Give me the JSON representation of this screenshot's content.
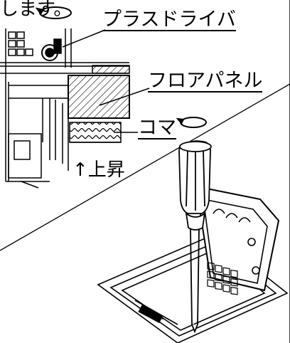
{
  "header_text_fragment": "します。",
  "labels": {
    "plus_driver": "プラスドライバ",
    "floor_panel": "フロアパネル",
    "koma": "コマ",
    "rise": "↑上昇"
  },
  "icons": {
    "rotate_top": "rotate-arrow-icon",
    "rotate_koma": "rotate-arrow-icon"
  },
  "colors": {
    "line": "#000000",
    "background": "#ffffff",
    "hatch": "#000000"
  }
}
